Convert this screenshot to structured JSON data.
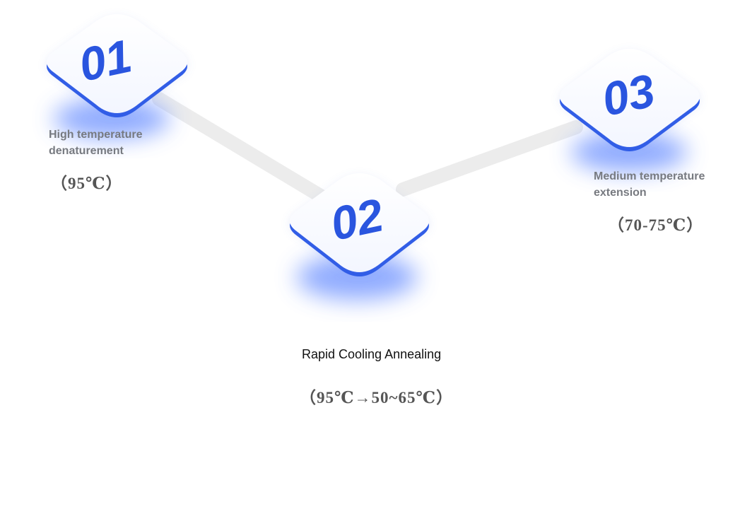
{
  "steps": [
    {
      "number": "01",
      "title": "High temperature\ndenaturement",
      "temperature": "（95℃）"
    },
    {
      "number": "02",
      "title": "Rapid Cooling Annealing",
      "temperature": "（95℃→50~65℃）"
    },
    {
      "number": "03",
      "title": "Medium temperature\nextension",
      "temperature": "（70-75℃）"
    }
  ],
  "colors": {
    "tile_face": "#ffffff",
    "tile_edge": "#2b59e8",
    "tile_number": "#2a55df",
    "glow": "#7d9dff",
    "connector": "#ececec",
    "label": "#777a80",
    "label_dark": "#111111"
  }
}
